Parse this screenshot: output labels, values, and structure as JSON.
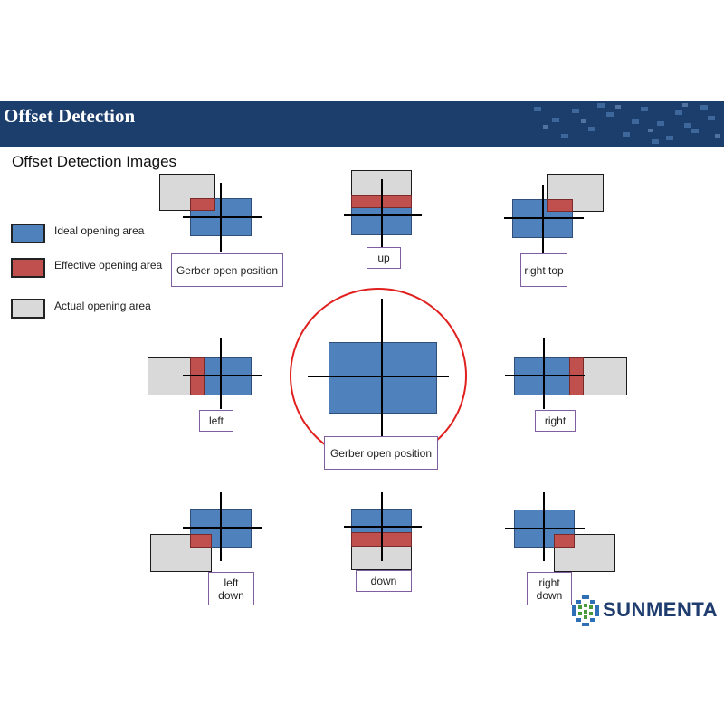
{
  "banner": {
    "title": "Offset Detection"
  },
  "subtitle": "Offset Detection Images",
  "legend": [
    {
      "label": "Ideal opening area",
      "color": "#4f81bd"
    },
    {
      "label": "Effective opening area",
      "color": "#c0504d"
    },
    {
      "label": "Actual opening area",
      "color": "#d9d9d9"
    }
  ],
  "labels": {
    "top_left": "Gerber open position",
    "up": "up",
    "right_top": "right top",
    "left": "left",
    "center": "Gerber open position",
    "right": "right",
    "left_down": "left down",
    "down": "down",
    "right_down": "right down"
  },
  "logo": {
    "text": "SUNMENTA",
    "icon": "sunmenta-logo-icon"
  },
  "colors": {
    "banner": "#1c3e6c",
    "ideal": "#4f81bd",
    "effective": "#c0504d",
    "actual": "#d9d9d9",
    "highlight": "#e0201e"
  }
}
